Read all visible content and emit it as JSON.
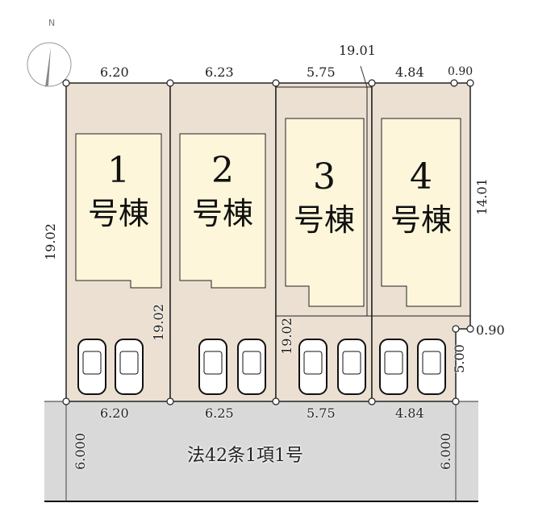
{
  "compass": {
    "label": "N"
  },
  "lots": [
    {
      "number": "1",
      "suffix": "号棟",
      "top_width": "6.20",
      "bottom_width": "6.20"
    },
    {
      "number": "2",
      "suffix": "号棟",
      "top_width": "6.23",
      "bottom_width": "6.25"
    },
    {
      "number": "3",
      "suffix": "号棟",
      "top_width": "5.75",
      "bottom_width": "5.75"
    },
    {
      "number": "4",
      "suffix": "号棟",
      "top_width": "4.84",
      "bottom_width": "4.84"
    }
  ],
  "dimensions": {
    "left_depth": "19.02",
    "lot1_right_depth": "19.02",
    "lot3_left_depth": "19.02",
    "diagonal": "19.01",
    "corner_top": "0.90",
    "right_depth": "14.01",
    "corner_step": "0.90",
    "step_depth": "5.00",
    "road_width_left": "6.000",
    "road_width_right": "6.000"
  },
  "road": {
    "label": "法42条1項1号"
  },
  "colors": {
    "lot": "#ebe0d2",
    "building": "#fdf6da",
    "road": "#d9d9d9",
    "line": "#222222"
  }
}
